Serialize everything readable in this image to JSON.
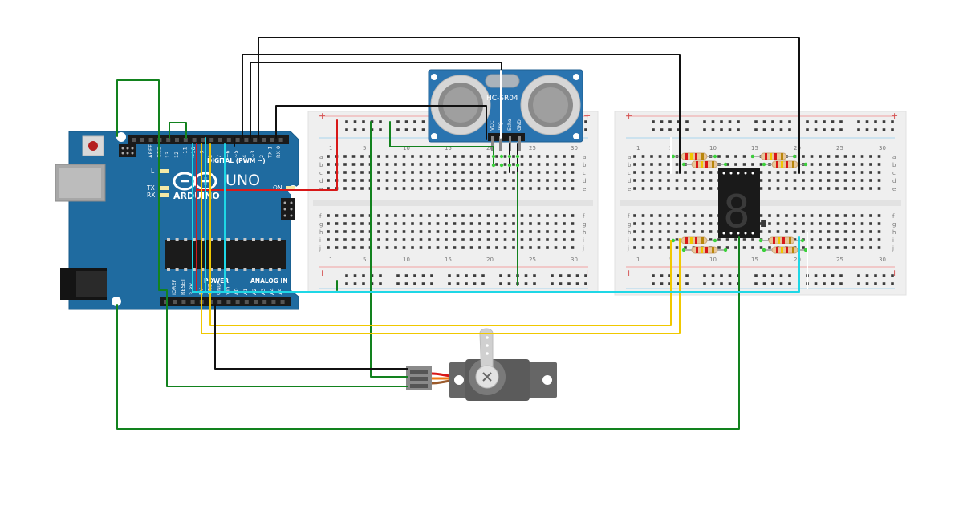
{
  "arduino": {
    "brand": "ARDUINO",
    "model": "UNO",
    "on_label": "ON",
    "l_label": "L",
    "tx_label": "TX",
    "rx_label": "RX",
    "digital_header": "DIGITAL (PWM ~)",
    "power_header": "POWER",
    "analog_header": "ANALOG IN",
    "top_pins": [
      "AREF",
      "GND",
      "13",
      "12",
      "~11",
      "~10",
      "~9",
      "8",
      "7",
      "~6",
      "~5",
      "4",
      "~3",
      "2",
      "TX 1",
      "RX 0"
    ],
    "bottom_pins": [
      "IOREF",
      "RESET",
      "3.3V",
      "5V",
      "GND",
      "GND",
      "Vin",
      "A0",
      "A1",
      "A2",
      "A3",
      "A4",
      "A5"
    ],
    "board_color": "#1f6ba0"
  },
  "breadboard_left": {
    "row_letters_top": [
      "a",
      "b",
      "c",
      "d",
      "e"
    ],
    "row_letters_bottom": [
      "f",
      "g",
      "h",
      "i",
      "j"
    ],
    "column_numbers": [
      "1",
      "5",
      "10",
      "15",
      "20",
      "25",
      "30"
    ]
  },
  "breadboard_right": {
    "row_letters_top": [
      "a",
      "b",
      "c",
      "d",
      "e"
    ],
    "row_letters_bottom": [
      "f",
      "g",
      "h",
      "i",
      "j"
    ],
    "column_numbers": [
      "1",
      "5",
      "10",
      "15",
      "20",
      "25",
      "30"
    ]
  },
  "sensor": {
    "label": "HC-SR04",
    "pins": [
      "VCC",
      "Trig",
      "Echo",
      "GND"
    ],
    "color": "#2a74b0"
  },
  "display": {
    "digit": "8."
  },
  "servo": {
    "color": "#555555"
  },
  "wire_colors": {
    "black": "#111111",
    "red": "#d81818",
    "green": "#12821e",
    "yellow": "#f0c800",
    "cyan": "#1ed7e6",
    "orange": "#f07814"
  }
}
